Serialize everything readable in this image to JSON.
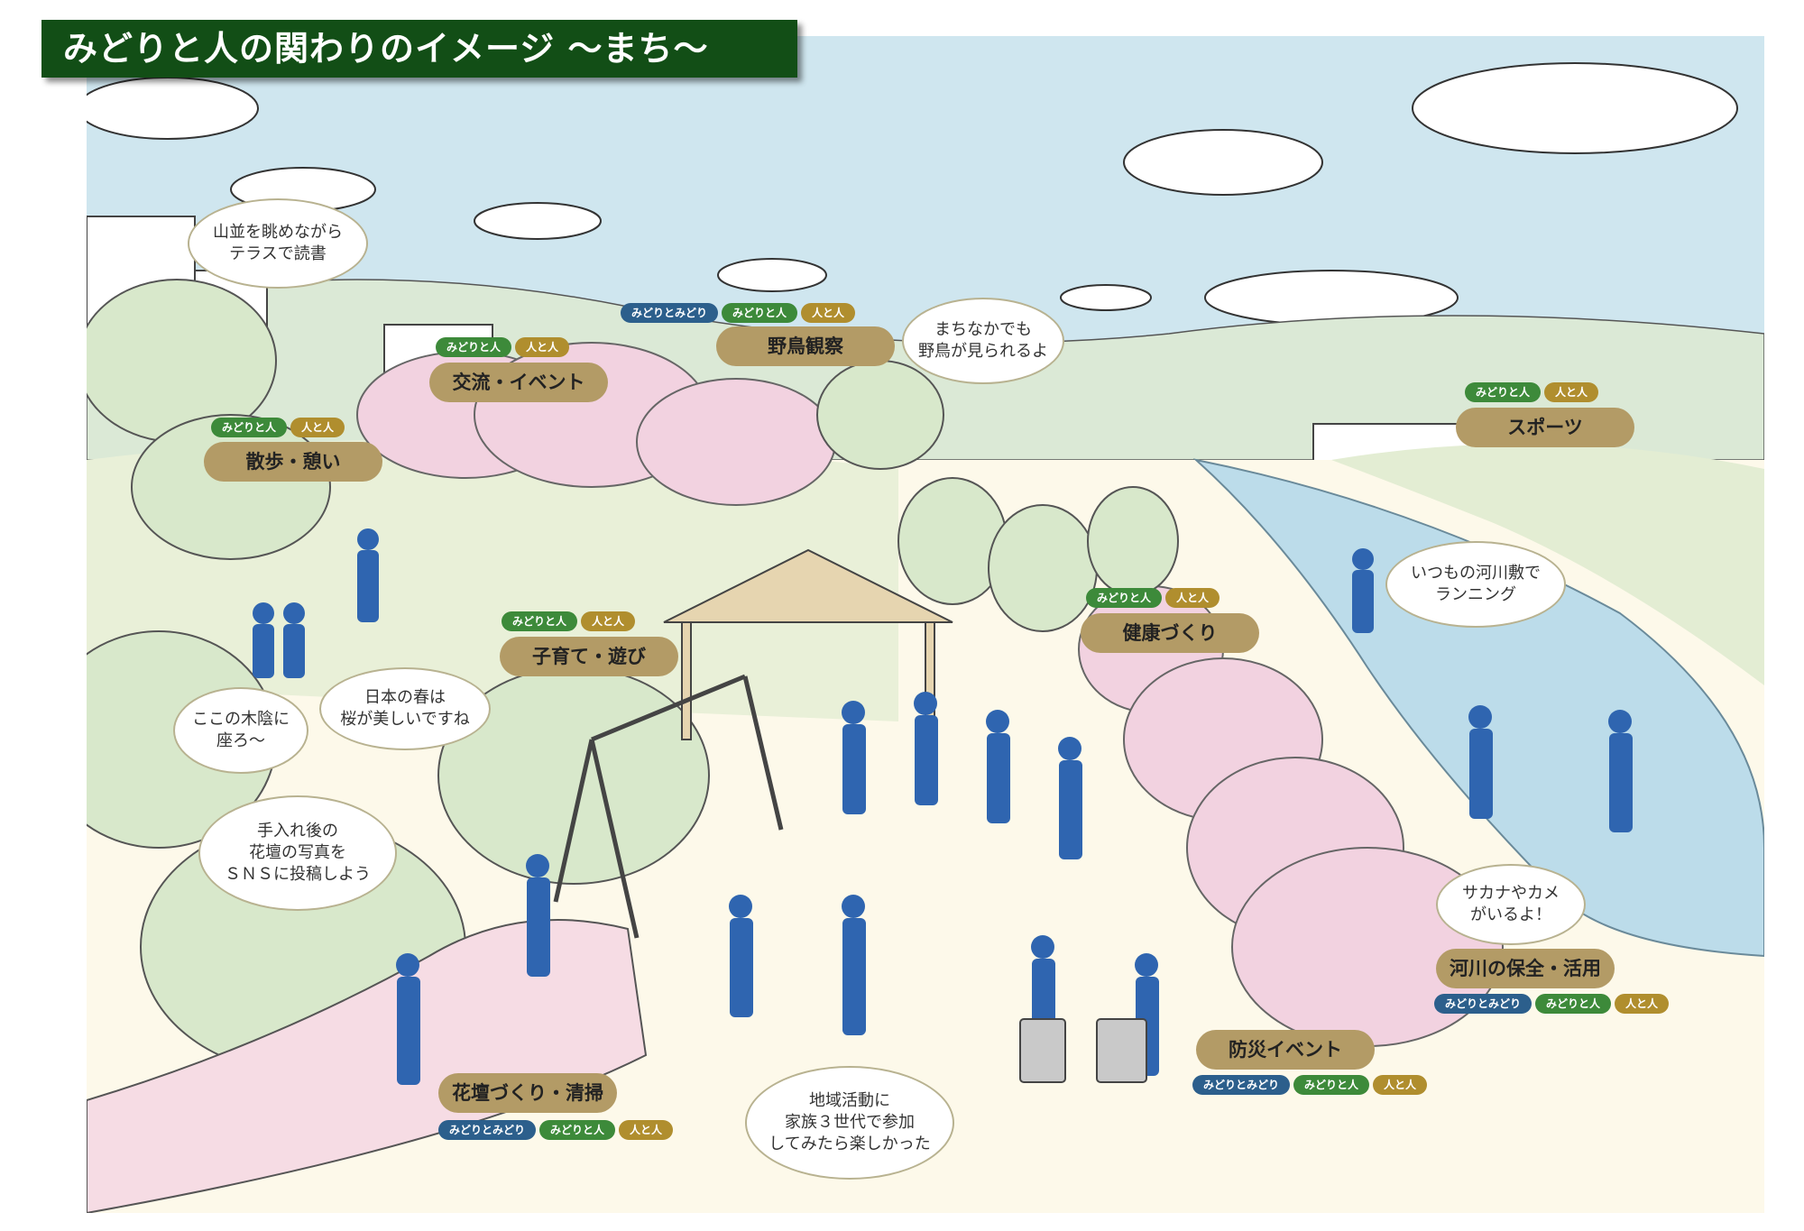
{
  "title": "みどりと人の関わりのイメージ ～まち～",
  "tag_names": {
    "green_green": "みどりとみどり",
    "green_people": "みどりと人",
    "people_people": "人と人"
  },
  "labels": {
    "walk": "散歩・憩い",
    "exchange": "交流・イベント",
    "birdwatch": "野鳥観察",
    "sports": "スポーツ",
    "kids": "子育て・遊び",
    "health": "健康づくり",
    "river": "河川の保全・活用",
    "disaster": "防災イベント",
    "flowerbed": "花壇づくり・清掃"
  },
  "bubbles": {
    "reading": "山並を眺めながら\nテラスで読書",
    "birds": "まちなかでも\n野鳥が見られるよ",
    "running": "いつもの河川敷で\nランニング",
    "shade": "ここの木陰に\n座ろ～",
    "spring": "日本の春は\n桜が美しいですね",
    "sns": "手入れ後の\n花壇の写真を\nＳＮＳに投稿しよう",
    "fish": "サカナやカメ\nがいるよ！",
    "family": "地域活動に\n家族３世代で参加\nしてみたら楽しかった"
  },
  "colors": {
    "banner": "#124e16",
    "label": "#b39b66",
    "tag_green": "#3d8a3a",
    "tag_blue": "#2c5f8c",
    "tag_ochre": "#b08e2e",
    "sky": "#cfe6ef",
    "sakura": "#f2d2e0",
    "tree": "#d8e8cb",
    "river": "#bcdcea",
    "people": "#2f65b0"
  }
}
